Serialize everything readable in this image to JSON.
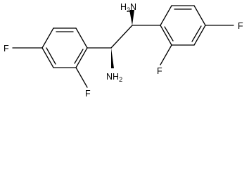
{
  "labels": {
    "amine_top": "H",
    "amine_top_sub": "2",
    "amine_top_n": "N",
    "amine_bottom_n": "NH",
    "amine_bottom_sub": "2",
    "fluoro_left_para": "F",
    "fluoro_left_ortho": "F",
    "fluoro_right_ortho": "F",
    "fluoro_right_para": "F"
  }
}
